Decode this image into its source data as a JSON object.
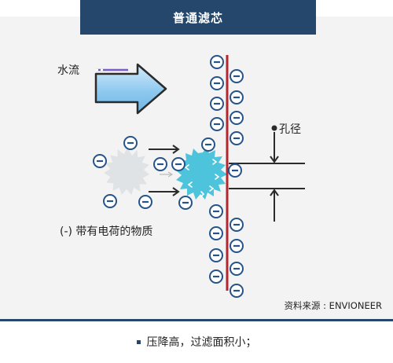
{
  "title": "普通滤芯",
  "labels": {
    "water_flow": "水流",
    "pore_size": "孔径",
    "charged_matter": "(-) 带有电荷的物质",
    "source": "资料来源 : ENVIONEER"
  },
  "caption": "压降高，过滤面积小；",
  "colors": {
    "header": "#24476b",
    "membrane": "#b5252d",
    "particle_light": "#dfe3e6",
    "particle_blue": "#4ec4dc",
    "ion": "#25538a",
    "arrow_fill": "#8ec9ef"
  }
}
